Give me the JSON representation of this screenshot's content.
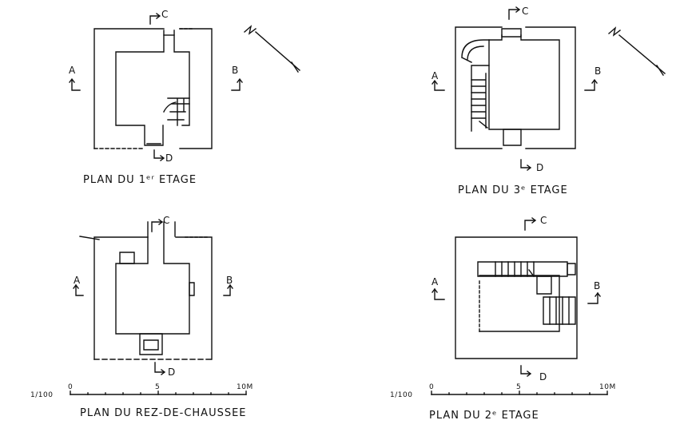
{
  "plans": [
    {
      "id": "premier",
      "caption": "PLAN DU 1ᵉʳ ETAGE",
      "section_labels": {
        "a": "A",
        "b": "B",
        "c": "C",
        "d": "D"
      }
    },
    {
      "id": "troisieme",
      "caption": "PLAN DU 3ᵉ ETAGE",
      "section_labels": {
        "a": "A",
        "b": "B",
        "c": "C",
        "d": "D"
      }
    },
    {
      "id": "rez",
      "caption": "PLAN DU REZ-DE-CHAUSSEE",
      "section_labels": {
        "a": "A",
        "b": "B",
        "c": "C",
        "d": "D"
      }
    },
    {
      "id": "deuxieme",
      "caption": "PLAN DU 2ᵉ ETAGE",
      "section_labels": {
        "a": "A",
        "b": "B",
        "c": "C",
        "d": "D"
      }
    }
  ],
  "scale_bars": [
    {
      "ratio": "1/100",
      "ticks": [
        "0",
        "5",
        "10M"
      ]
    },
    {
      "ratio": "1/100",
      "ticks": [
        "0",
        "5",
        "10M"
      ]
    }
  ],
  "icons": [
    "north-arrow-icon",
    "section-arrow-icon"
  ]
}
